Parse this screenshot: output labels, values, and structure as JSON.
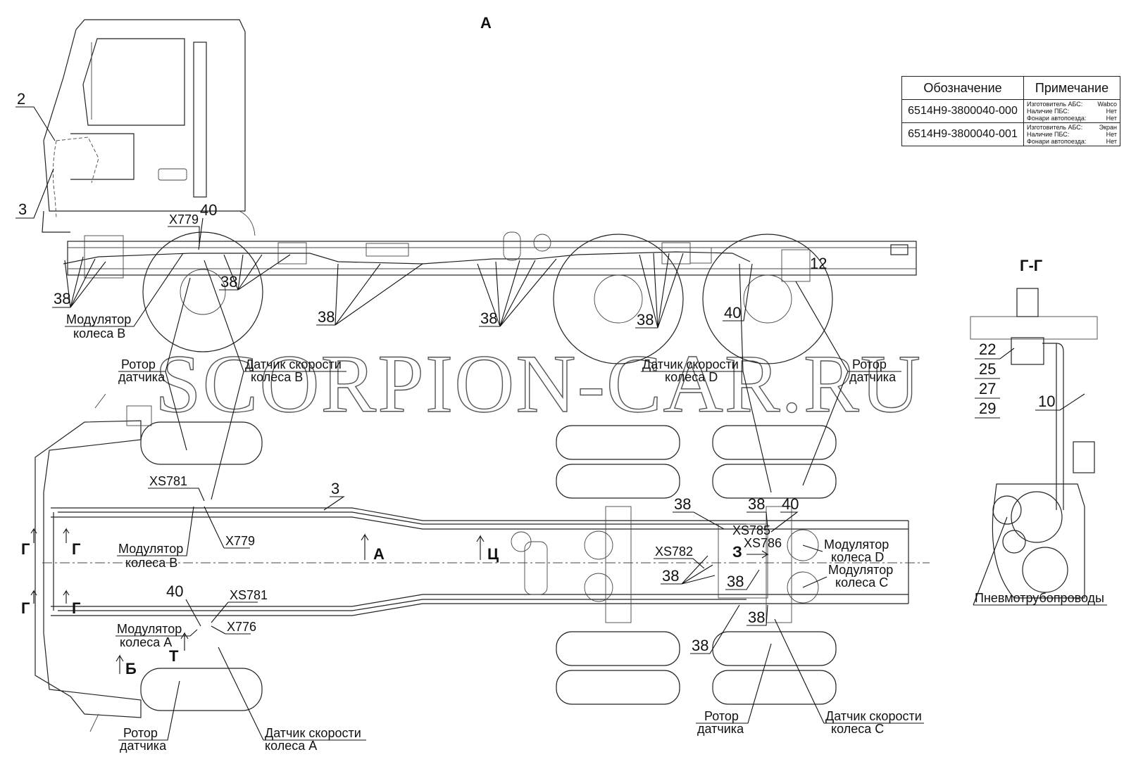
{
  "view_label": "А",
  "section_label": "Г-Г",
  "watermark": "SCORPION-CAR.RU",
  "table": {
    "col1": "Обозначение",
    "col2": "Примечание",
    "rows": [
      {
        "code": "6514Н9-3800040-000",
        "notes": [
          [
            "Изготовитель АБС:",
            "Wabco"
          ],
          [
            "Наличие ПБС:",
            "Нет"
          ],
          [
            "Фонари автопоезда:",
            "Нет"
          ]
        ]
      },
      {
        "code": "6514Н9-3800040-001",
        "notes": [
          [
            "Изготовитель АБС:",
            "Экран"
          ],
          [
            "Наличие ПБС:",
            "Нет"
          ],
          [
            "Фонари автопоезда:",
            "Нет"
          ]
        ]
      }
    ]
  },
  "callouts": {
    "n2": "2",
    "n3": "3",
    "n38": "38",
    "n40": "40",
    "n12": "12",
    "n22": "22",
    "n25": "25",
    "n27": "27",
    "n29": "29",
    "n10": "10"
  },
  "connectors": {
    "x779": "X779",
    "xs781": "XS781",
    "x776": "X776",
    "xs782": "XS782",
    "xs785": "XS785",
    "xs786": "XS786"
  },
  "labels": {
    "modulator_b": [
      "Модулятор",
      "колеса В"
    ],
    "modulator_a": [
      "Модулятор",
      "колеса А"
    ],
    "modulator_d": [
      "Модулятор",
      "колеса D"
    ],
    "modulator_c": [
      "Модулятор",
      "колеса С"
    ],
    "rotor": [
      "Ротор",
      "датчика"
    ],
    "sensor_b": [
      "Датчик скорости",
      "колеса В"
    ],
    "sensor_d": [
      "Датчик скорости",
      "колеса D"
    ],
    "sensor_a": [
      "Датчик скорости",
      "колеса А"
    ],
    "sensor_c": [
      "Датчик скорости",
      "колеса С"
    ],
    "pneumo": "Пневмотрубопроводы"
  },
  "views": {
    "g": "Г",
    "a": "А",
    "ts": "Ц",
    "b": "Б",
    "t": "Т",
    "z": "З"
  }
}
